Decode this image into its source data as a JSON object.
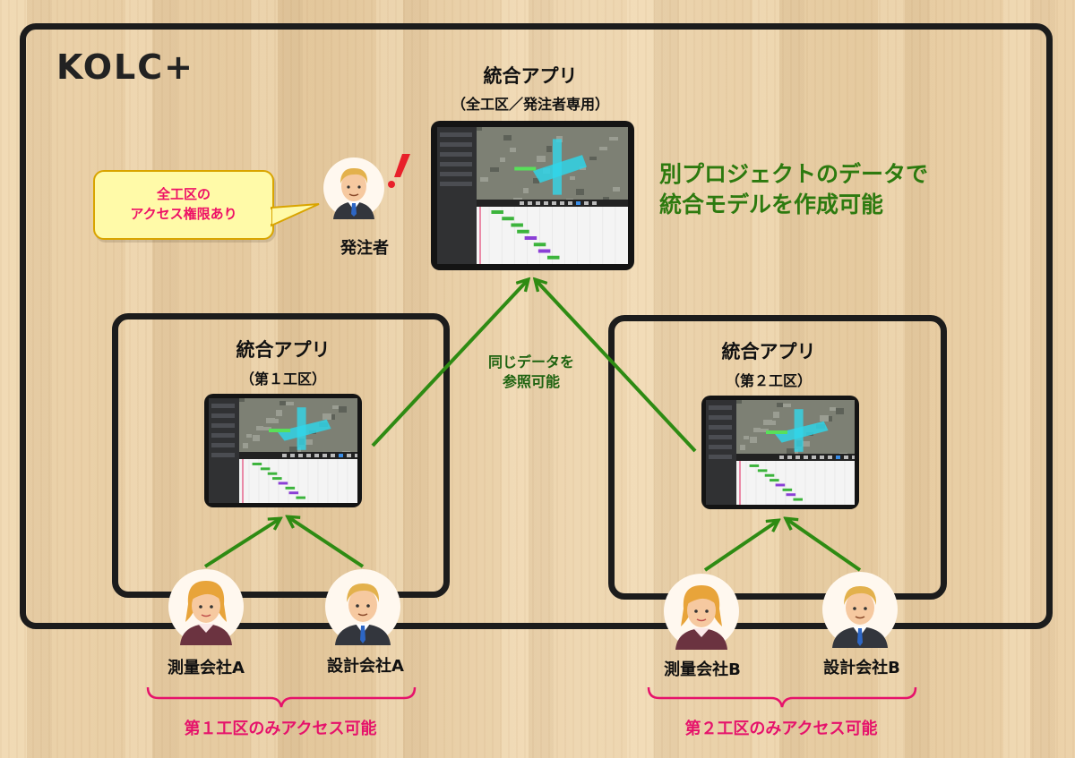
{
  "logo": "KOLC+",
  "top_app": {
    "title": "統合アプリ",
    "subtitle": "（全工区／発注者専用）"
  },
  "zone1_app": {
    "title": "統合アプリ",
    "subtitle": "（第１工区）"
  },
  "zone2_app": {
    "title": "統合アプリ",
    "subtitle": "（第２工区）"
  },
  "orderer": {
    "label": "発注者",
    "bubble_line1": "全工区の",
    "bubble_line2": "アクセス権限あり"
  },
  "highlight": {
    "line1": "別プロジェクトのデータで",
    "line2": "統合モデルを作成可能"
  },
  "shared_data": {
    "line1": "同じデータを",
    "line2": "参照可能"
  },
  "users": {
    "survey_a": "測量会社A",
    "design_a": "設計会社A",
    "survey_b": "測量会社B",
    "design_b": "設計会社B"
  },
  "access_a": "第１工区のみアクセス可能",
  "access_b": "第２工区のみアクセス可能",
  "colors": {
    "arrow": "#2e8b13",
    "highlight": "#2d7a0f",
    "pink": "#e6126b",
    "bubble_fill": "#fffaa8",
    "frame": "#1c1c1c"
  }
}
